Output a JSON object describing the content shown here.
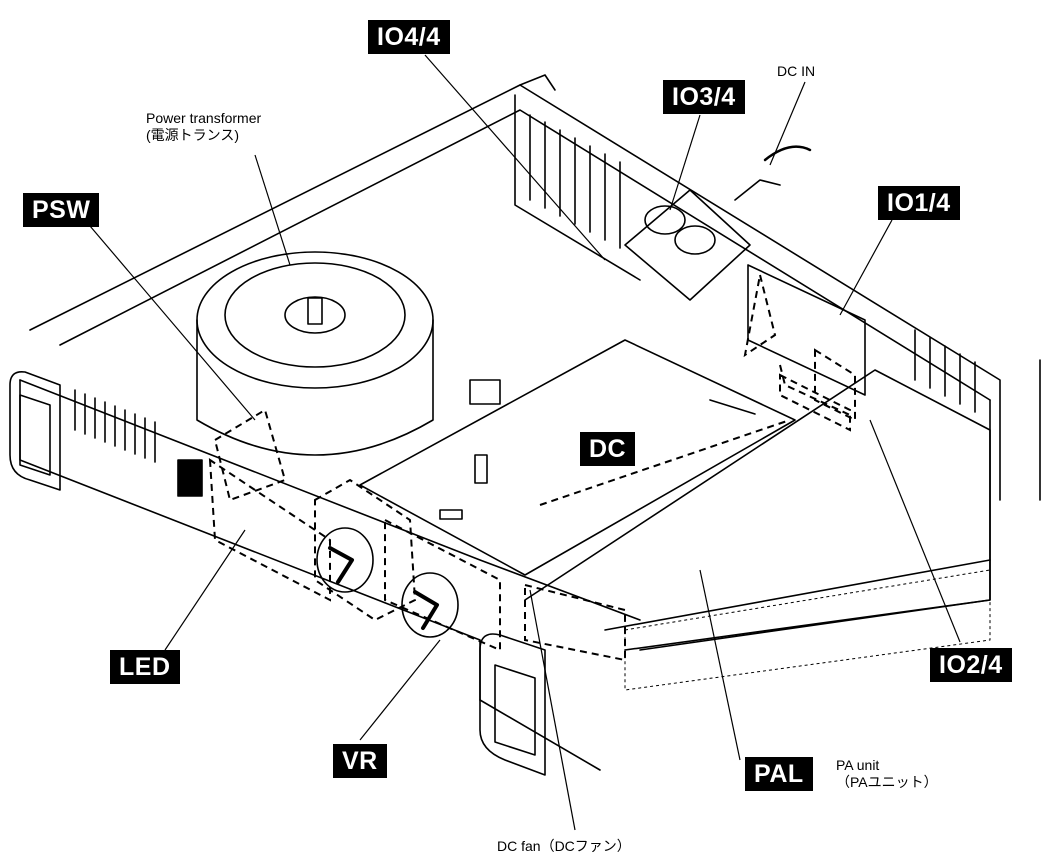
{
  "labels": {
    "io4": "IO4/4",
    "io3": "IO3/4",
    "io1": "IO1/4",
    "io2": "IO2/4",
    "psw": "PSW",
    "dc": "DC",
    "led": "LED",
    "vr": "VR",
    "pal": "PAL"
  },
  "captions": {
    "dc_in": "DC IN",
    "transformer_line1": "Power transformer",
    "transformer_line2": "(電源トランス)",
    "pa_unit_line1": "PA unit",
    "pa_unit_line2": "（PAユニット）",
    "dc_fan": "DC fan（DCファン）"
  }
}
